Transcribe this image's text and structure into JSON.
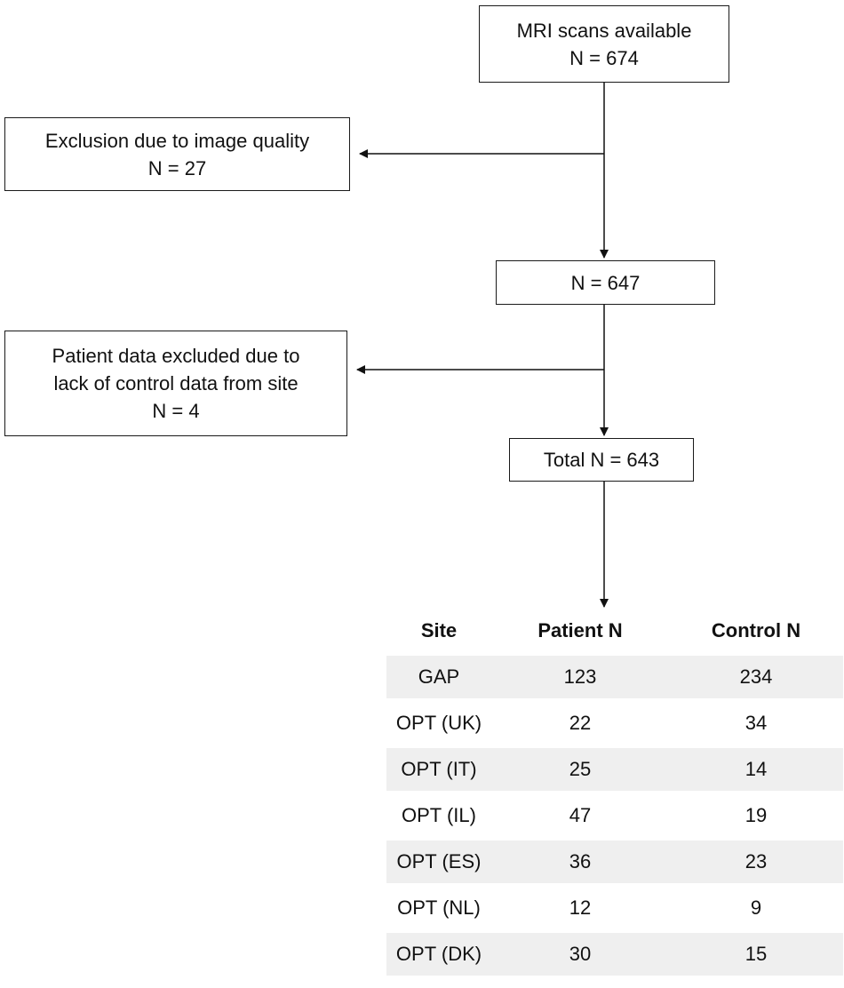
{
  "flow": {
    "available": {
      "line1": "MRI scans available",
      "line2": "N = 674"
    },
    "exclusion_quality": {
      "line1": "Exclusion due to image quality",
      "line2": "N = 27"
    },
    "after_quality": {
      "line1": "N = 647"
    },
    "exclusion_control": {
      "line1": "Patient data excluded due to",
      "line2": "lack of control data from site",
      "line3": "N = 4"
    },
    "total": {
      "line1": "Total N = 643"
    }
  },
  "table": {
    "headers": [
      "Site",
      "Patient N",
      "Control N"
    ],
    "rows": [
      [
        "GAP",
        "123",
        "234"
      ],
      [
        "OPT (UK)",
        "22",
        "34"
      ],
      [
        "OPT (IT)",
        "25",
        "14"
      ],
      [
        "OPT (IL)",
        "47",
        "19"
      ],
      [
        "OPT (ES)",
        "36",
        "23"
      ],
      [
        "OPT (NL)",
        "12",
        "9"
      ],
      [
        "OPT (DK)",
        "30",
        "15"
      ]
    ]
  }
}
